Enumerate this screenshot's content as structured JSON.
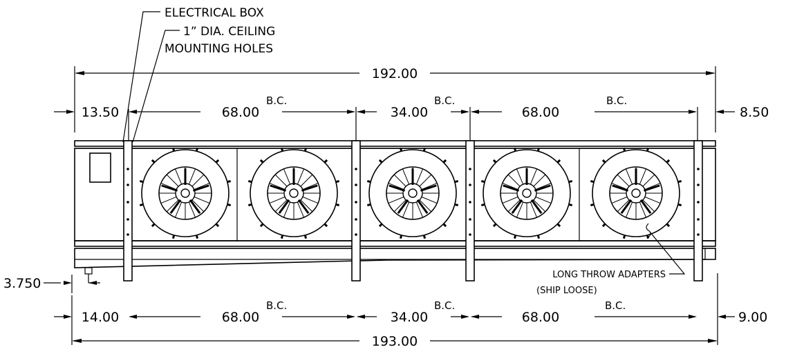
{
  "callouts": {
    "electrical_box": "ELECTRICAL BOX",
    "mounting_holes_line1": "1” DIA. CEILING",
    "mounting_holes_line2": "MOUNTING HOLES",
    "adapters_line1": "LONG THROW ADAPTERS",
    "adapters_line2": "(SHIP LOOSE)"
  },
  "top_dims": {
    "overall": "192.00",
    "left_offset": "13.50",
    "spans": [
      "68.00",
      "34.00",
      "68.00"
    ],
    "right_offset": "8.50",
    "bc_label": "B.C."
  },
  "bottom_dims": {
    "overall": "193.00",
    "left_offset": "14.00",
    "spans": [
      "68.00",
      "34.00",
      "68.00"
    ],
    "right_offset": "9.00",
    "drain_offset": "3.750",
    "bc_label": "B.C."
  },
  "fan_count": 5
}
